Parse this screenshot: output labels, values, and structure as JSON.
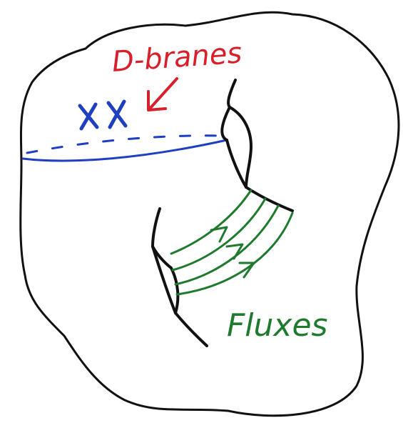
{
  "labels": {
    "dbranes": "D-branes",
    "fluxes": "Fluxes",
    "brane_marks": "XX"
  },
  "colors": {
    "outline": "#111111",
    "dbranes_label": "#d8202a",
    "dbranes_cycle": "#1e3fbf",
    "fluxes": "#1f7a2e",
    "background": "#ffffff"
  }
}
